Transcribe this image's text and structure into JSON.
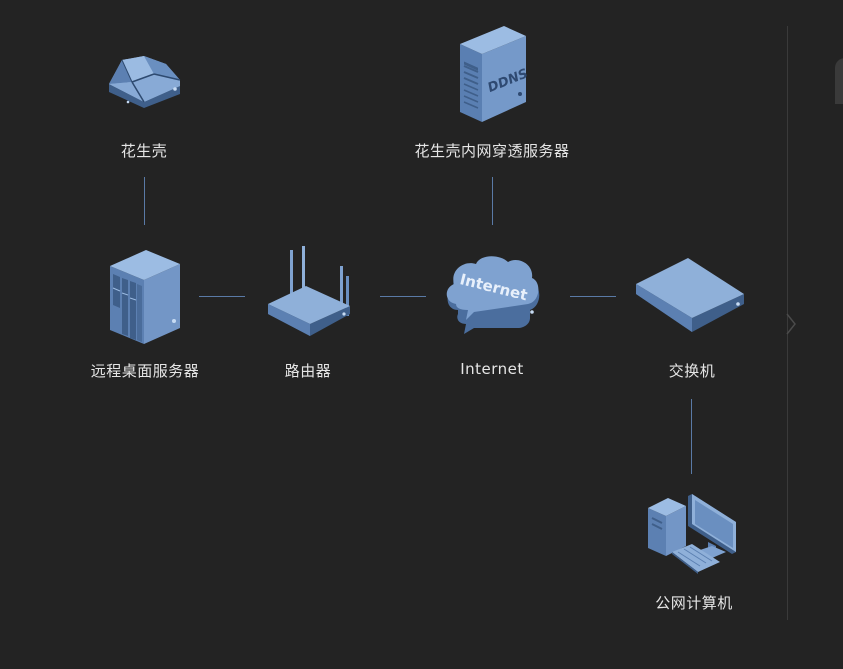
{
  "diagram": {
    "nodes": {
      "peanut_shell": {
        "label": "花生壳",
        "icon": "peanut-shell-device-icon"
      },
      "ddns_server": {
        "label": "花生壳内网穿透服务器",
        "icon": "ddns-server-icon",
        "icon_text": "DDNS"
      },
      "remote_desktop_server": {
        "label": "远程桌面服务器",
        "icon": "server-cabinet-icon"
      },
      "router": {
        "label": "路由器",
        "icon": "router-icon"
      },
      "internet": {
        "label": "Internet",
        "icon": "internet-cloud-icon",
        "icon_text": "Internet"
      },
      "switch": {
        "label": "交换机",
        "icon": "network-switch-icon"
      },
      "public_computer": {
        "label": "公网计算机",
        "icon": "desktop-computer-icon"
      }
    },
    "edges": [
      [
        "peanut_shell",
        "remote_desktop_server"
      ],
      [
        "ddns_server",
        "internet"
      ],
      [
        "remote_desktop_server",
        "router"
      ],
      [
        "router",
        "internet"
      ],
      [
        "internet",
        "switch"
      ],
      [
        "switch",
        "public_computer"
      ]
    ]
  },
  "colors": {
    "background": "#232323",
    "icon_light": "#8fb0d9",
    "icon_mid": "#6a8fc0",
    "icon_dark": "#3f5f8a",
    "connector": "#5a7aa6",
    "label_text": "#e6e6e6"
  }
}
